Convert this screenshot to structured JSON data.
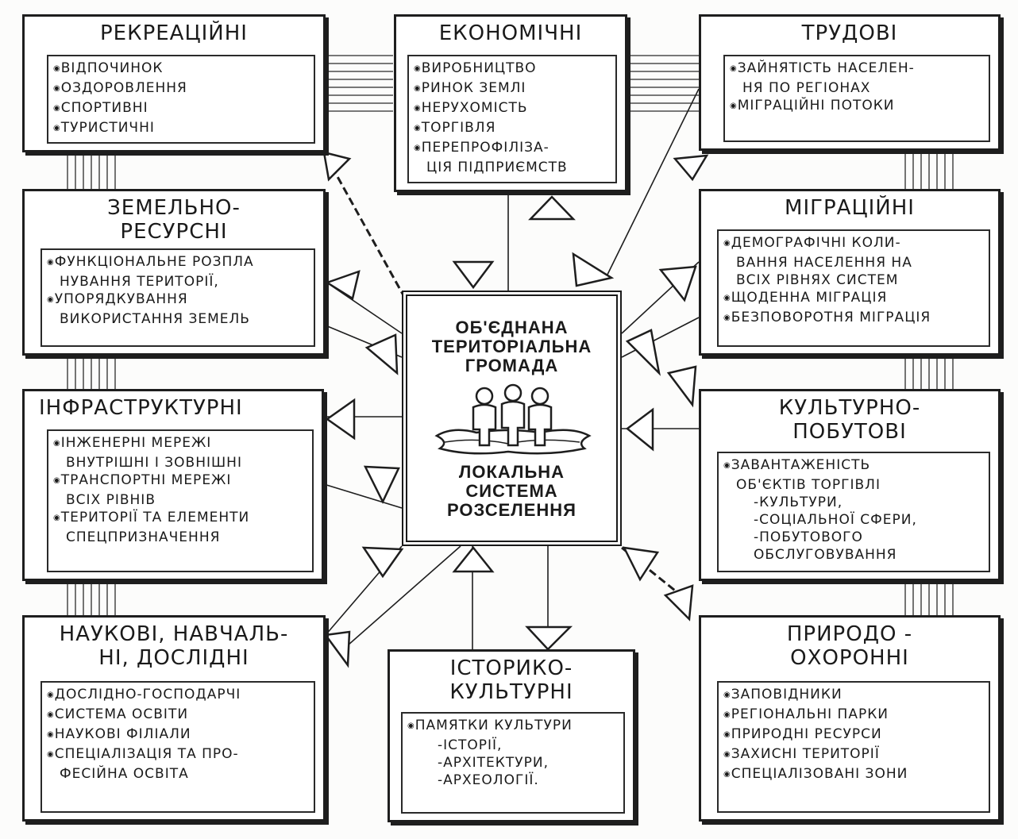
{
  "center": {
    "title": "ОБ'ЄДНАНА\nТЕРИТОРІАЛЬНА\nГРОМАДА",
    "subtitle": "ЛОКАЛЬНА\nСИСТЕМА\nРОЗСЕЛЕННЯ"
  },
  "boxes": {
    "recreational": {
      "title": "РЕКРЕАЦІЙНІ",
      "items": [
        "ВІДПОЧИНОК",
        "ОЗДОРОВЛЕННЯ",
        "СПОРТИВНІ",
        "ТУРИСТИЧНІ"
      ]
    },
    "economic": {
      "title": "ЕКОНОМІЧНІ",
      "items": [
        "ВИРОБНИЦТВО",
        "РИНОК ЗЕМЛІ",
        "НЕРУХОМІСТЬ",
        "ТОРГІВЛЯ",
        "ПЕРЕПРОФІЛІЗА-\nЦІЯ ПІДПРИЄМСТВ"
      ]
    },
    "labor": {
      "title": "ТРУДОВІ",
      "items": [
        "ЗАЙНЯТІСТЬ НАСЕЛЕН-\nНЯ ПО РЕГІОНАХ",
        "МІГРАЦІЙНІ ПОТОКИ"
      ]
    },
    "land": {
      "title": "ЗЕМЕЛЬНО-\nРЕСУРСНІ",
      "items": [
        "ФУНКЦІОНАЛЬНЕ РОЗПЛА\nНУВАННЯ ТЕРИТОРІЇ,",
        "УПОРЯДКУВАННЯ\nВИКОРИСТАННЯ ЗЕМЕЛЬ"
      ]
    },
    "migration": {
      "title": "МІГРАЦІЙНІ",
      "items": [
        "ДЕМОГРАФІЧНІ КОЛИ-\nВАННЯ НАСЕЛЕННЯ НА\nВСІХ РІВНЯХ СИСТЕМ",
        "ЩОДЕННА МІГРАЦІЯ",
        "БЕЗПОВОРОТНЯ МІГРАЦІЯ"
      ]
    },
    "infrastructure": {
      "title": "ІНФРАСТРУКТУРНІ",
      "items": [
        "ІНЖЕНЕРНІ МЕРЕЖІ\nВНУТРІШНІ І ЗОВНІШНІ",
        "ТРАНСПОРТНІ МЕРЕЖІ\nВСІХ РІВНІВ",
        "ТЕРИТОРІЇ ТА ЕЛЕМЕНТИ\nСПЕЦПРИЗНАЧЕННЯ"
      ]
    },
    "cultural": {
      "title": "КУЛЬТУРНО-\nПОБУТОВІ",
      "items": [
        "ЗАВАНТАЖЕНІСТЬ\nОБ'ЄКТІВ ТОРГІВЛІ"
      ],
      "subitems": [
        "-КУЛЬТУРИ,",
        "-СОЦІАЛЬНОЇ СФЕРИ,",
        "-ПОБУТОВОГО\nОБСЛУГОВУВАННЯ"
      ]
    },
    "science": {
      "title": "НАУКОВІ, НАВЧАЛЬ-\nНІ, ДОСЛІДНІ",
      "items": [
        "ДОСЛІДНО-ГОСПОДАРЧІ",
        "СИСТЕМА ОСВІТИ",
        "НАУКОВІ ФІЛІАЛИ",
        "СПЕЦІАЛІЗАЦІЯ ТА ПРО-\nФЕСІЙНА ОСВІТА"
      ]
    },
    "historical": {
      "title": "ІСТОРИКО-\nКУЛЬТУРНІ",
      "items": [
        "ПАМЯТКИ КУЛЬТУРИ"
      ],
      "subitems": [
        "-ІСТОРІЇ,",
        "-АРХІТЕКТУРИ,",
        "-АРХЕОЛОГІЇ."
      ]
    },
    "nature": {
      "title": "ПРИРОДО -\nОХОРОННІ",
      "items": [
        "ЗАПОВІДНИКИ",
        "РЕГІОНАЛЬНІ ПАРКИ",
        "ПРИРОДНІ РЕСУРСИ",
        "ЗАХИСНІ ТЕРИТОРІЇ",
        "СПЕЦІАЛІЗОВАНІ ЗОНИ"
      ]
    }
  }
}
